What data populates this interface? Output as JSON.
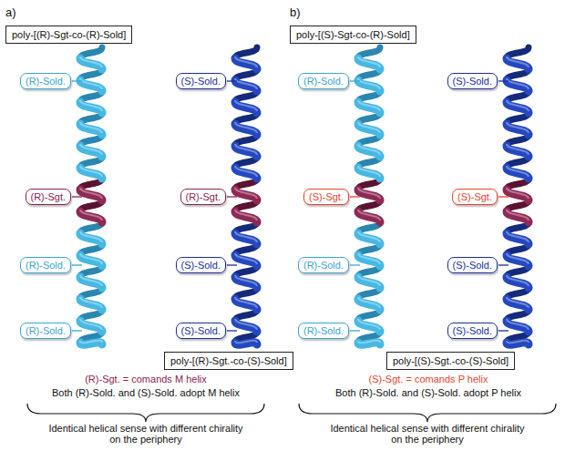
{
  "diagram": {
    "nodes": [
      {
        "text": [
          "poly-[(R)-Sgt-co-(R)-Sold]"
        ]
      },
      {
        "text": [
          "poly-[(S)-Sgt-co-(R)-Sold]"
        ]
      },
      {
        "text": [
          "(R)-Sold."
        ]
      },
      {
        "text": [
          "(R)-Sgt."
        ]
      },
      {
        "text": [
          "(R)-Sold."
        ]
      },
      {
        "text": [
          "(R)-Sold."
        ]
      },
      {
        "text": [
          "(S)-Sold."
        ]
      },
      {
        "text": [
          "(R)-Sgt."
        ]
      },
      {
        "text": [
          "(S)-Sold."
        ]
      },
      {
        "text": [
          "(S)-Sold."
        ]
      },
      {
        "text": [
          "(R)-Sold."
        ]
      },
      {
        "text": [
          "(S)-Sgt."
        ]
      },
      {
        "text": [
          "(R)-Sold."
        ]
      },
      {
        "text": [
          "(R)-Sold."
        ]
      },
      {
        "text": [
          "(S)-Sold."
        ]
      },
      {
        "text": [
          "(S)-Sgt."
        ]
      },
      {
        "text": [
          "(S)-Sold."
        ]
      },
      {
        "text": [
          "(S)-Sold."
        ]
      },
      {
        "text": [
          "poly-[(R)-Sgt.-co-(S)-Sold]"
        ]
      },
      {
        "text": [
          "poly-[(S)-Sgt.-co-(S)-Sold]"
        ]
      }
    ],
    "labels": [
      "a)",
      "b)",
      "(R)-Sgt. = comands M helix",
      "Both (R)-Sold. and (S)-Sold. adopt M helix",
      "Identical helical sense with different chirality on the periphery",
      "(S)-Sgt. = comands P helix",
      "Both (R)-Sold. and (S)-Sold. adopt P helix",
      "Identical helical sense with different chirality on the periphery"
    ]
  }
}
